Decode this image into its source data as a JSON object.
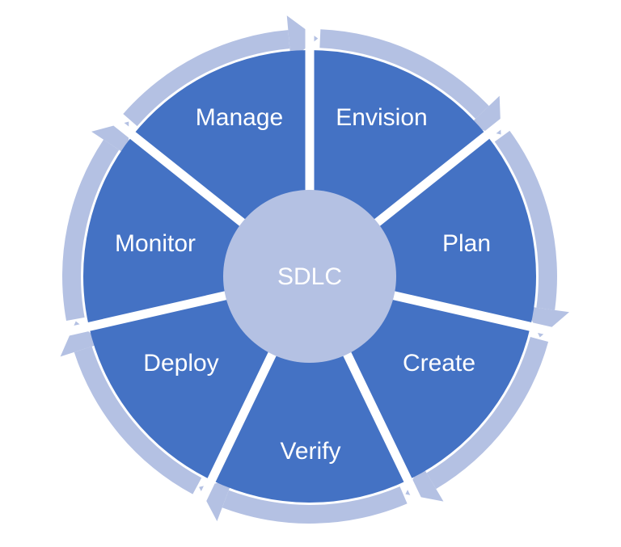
{
  "diagram": {
    "center_label": "SDLC",
    "phases": [
      {
        "label": "Envision"
      },
      {
        "label": "Plan"
      },
      {
        "label": "Create"
      },
      {
        "label": "Verify"
      },
      {
        "label": "Deploy"
      },
      {
        "label": "Monitor"
      },
      {
        "label": "Manage"
      }
    ]
  },
  "colors": {
    "segment": "#4472C4",
    "ring_arrow": "#B4C1E3",
    "center": "#B4C1E3",
    "gap": "#FFFFFF",
    "text": "#FFFFFF"
  }
}
